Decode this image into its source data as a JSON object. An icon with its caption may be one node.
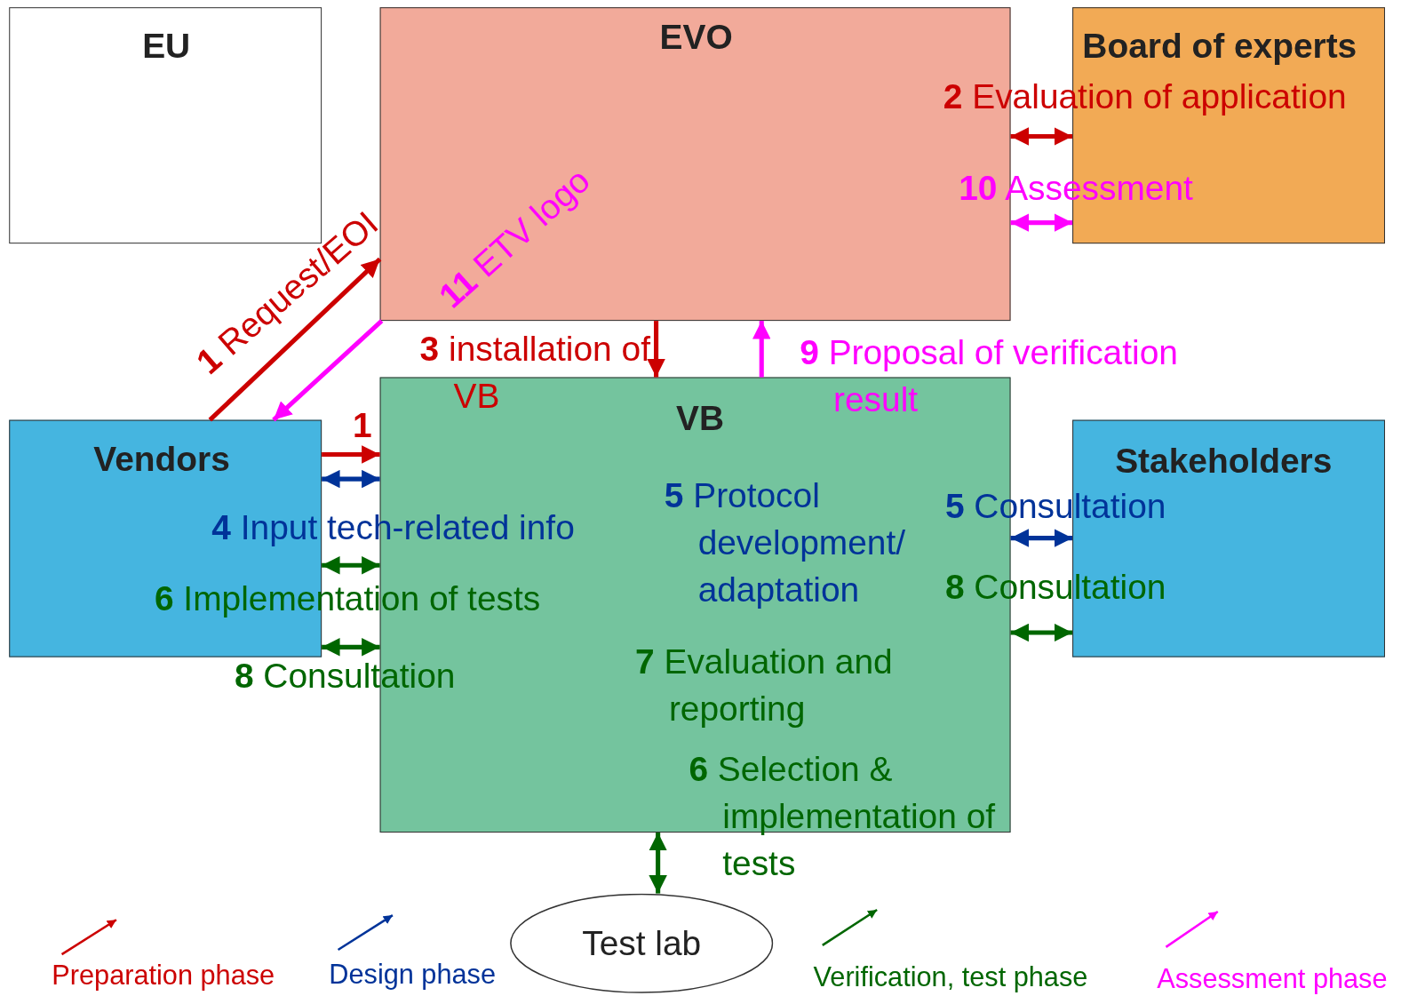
{
  "diagram": {
    "nodes": [
      {
        "text": [
          "EU"
        ]
      },
      {
        "text": [
          "EVO"
        ]
      },
      {
        "text": [
          "Board of experts"
        ]
      },
      {
        "text": [
          "Vendors"
        ]
      },
      {
        "text": [
          "VB",
          "**5** Protocol development/ adaptation",
          "**7** Evaluation and reporting"
        ]
      },
      {
        "text": [
          "Stakeholders"
        ]
      },
      {
        "text": [
          "Test lab"
        ]
      }
    ],
    "edges": [
      {
        "from": 3,
        "to": 1,
        "arrow": "to",
        "label": "**1** Request/EOI",
        "color": "#cc0000"
      },
      {
        "from": 1,
        "to": 3,
        "arrow": "to",
        "label": "**11** ETV logo",
        "color": "#ff00ff"
      },
      {
        "from": 1,
        "to": 2,
        "arrow": "both",
        "label": "**2** Evaluation of application",
        "color": "#cc0000"
      },
      {
        "from": 1,
        "to": 2,
        "arrow": "both",
        "label": "**10** Assessment",
        "color": "#ff00ff"
      },
      {
        "from": 1,
        "to": 4,
        "arrow": "to",
        "label": "**3** installation of VB",
        "color": "#cc0000"
      },
      {
        "from": 4,
        "to": 1,
        "arrow": "to",
        "label": "**9** Proposal of verification result",
        "color": "#ff00ff"
      },
      {
        "from": 3,
        "to": 4,
        "arrow": "to",
        "label": "1",
        "color": "#cc0000"
      },
      {
        "from": 3,
        "to": 4,
        "arrow": "both",
        "label": "**4** Input tech-related info",
        "color": "#003399"
      },
      {
        "from": 3,
        "to": 4,
        "arrow": "both",
        "label": "**6** Implementation of tests",
        "color": "#006600"
      },
      {
        "from": 3,
        "to": 4,
        "arrow": "both",
        "label": "**8** Consultation",
        "color": "#006600"
      },
      {
        "from": 4,
        "to": 5,
        "arrow": "both",
        "label": "**5** Consultation",
        "color": "#003399"
      },
      {
        "from": 4,
        "to": 5,
        "arrow": "both",
        "label": "**8** Consultation",
        "color": "#006600"
      },
      {
        "from": 4,
        "to": 6,
        "arrow": "both",
        "label": "**6** Selection & implementation of tests",
        "color": "#006600"
      }
    ],
    "legend": [
      {
        "text": "Preparation phase"
      },
      {
        "text": "Design phase"
      },
      {
        "text": "Verification, test phase"
      },
      {
        "text": "Assessment phase"
      }
    ]
  }
}
